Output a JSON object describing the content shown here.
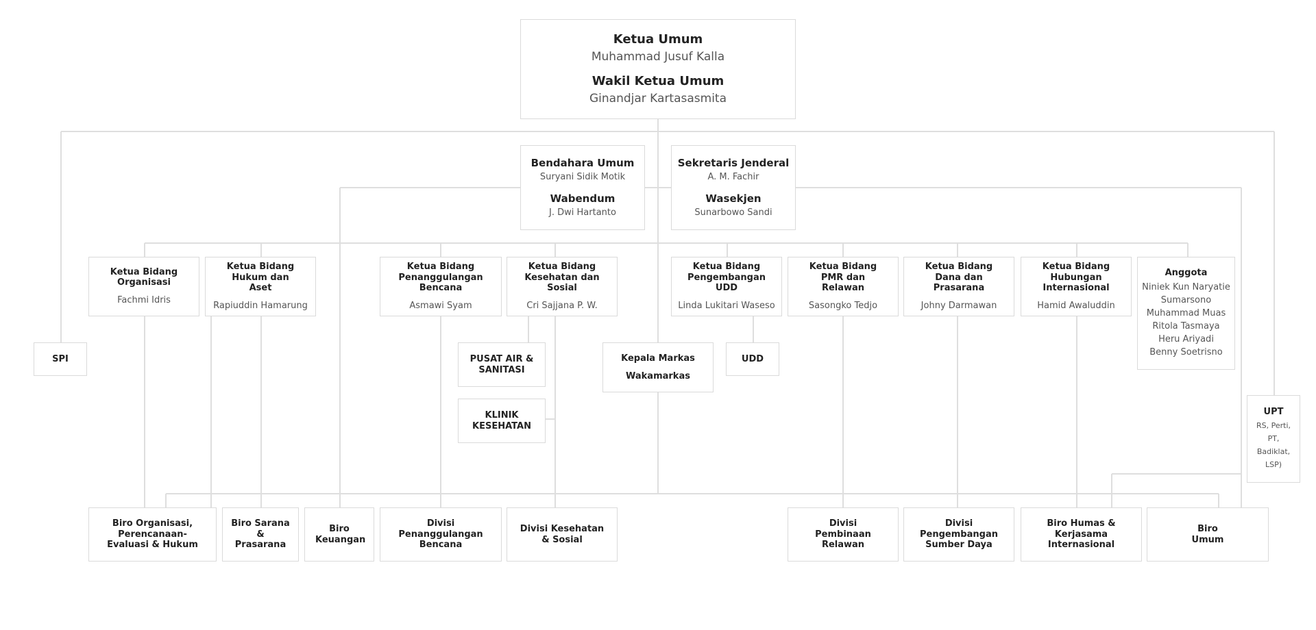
{
  "chart": {
    "ketua_umum": {
      "title": "Ketua Umum",
      "name": "Muhammad Jusuf Kalla"
    },
    "wakil_ketua_umum": {
      "title": "Wakil Ketua Umum",
      "name": "Ginandjar Kartasasmita"
    },
    "bendahara": {
      "title": "Bendahara Umum",
      "name": "Suryani Sidik Motik",
      "title2": "Wabendum",
      "name2": "J. Dwi Hartanto"
    },
    "sekjen": {
      "title": "Sekretaris Jenderal",
      "name": "A. M. Fachir",
      "title2": "Wasekjen",
      "name2": "Sunarbowo Sandi"
    },
    "kb_organisasi": {
      "title": "Ketua Bidang Organisasi",
      "name": "Fachmi Idris"
    },
    "kb_hukum": {
      "title": "Ketua Bidang Hukum dan Aset",
      "name": "Rapiuddin Hamarung"
    },
    "kb_bencana": {
      "title": "Ketua Bidang Penanggulangan Bencana",
      "name": "Asmawi Syam"
    },
    "kb_kesehatan": {
      "title": "Ketua Bidang Kesehatan dan Sosial",
      "name": "Cri Sajjana P. W."
    },
    "kb_udd": {
      "title": "Ketua Bidang Pengembangan UDD",
      "name": "Linda Lukitari Waseso"
    },
    "kb_pmr": {
      "title": "Ketua Bidang PMR dan Relawan",
      "name": "Sasongko Tedjo"
    },
    "kb_dana": {
      "title": "Ketua Bidang Dana dan Prasarana",
      "name": "Johny Darmawan"
    },
    "kb_hubint": {
      "title": "Ketua Bidang Hubungan Internasional",
      "name": "Hamid Awaluddin"
    },
    "anggota": {
      "title": "Anggota",
      "members": [
        "Niniek Kun Naryatie",
        "Sumarsono",
        "Muhammad Muas",
        "Ritola Tasmaya",
        "Heru Ariyadi",
        "Benny Soetrisno"
      ]
    },
    "spi": "SPI",
    "pusat_air": "PUSAT AIR & SANITASI",
    "klinik": "KLINIK KESEHATAN",
    "markas": {
      "title": "Kepala Markas",
      "title2": "Wakamarkas"
    },
    "udd": "UDD",
    "upt": {
      "title": "UPT",
      "details": [
        "RS, Perti,",
        "PT,",
        "Badiklat,",
        "LSP)"
      ]
    },
    "biro_organisasi": "Biro Organisasi, Perencanaan-Evaluasi & Hukum",
    "biro_sarana": "Biro Sarana & Prasarana",
    "biro_keuangan": "Biro Keuangan",
    "divisi_bencana": "Divisi Penanggulangan Bencana",
    "divisi_kesehatan": "Divisi Kesehatan & Sosial",
    "divisi_relawan": "Divisi Pembinaan Relawan",
    "divisi_sumberdaya": "Divisi Pengembangan Sumber Daya",
    "biro_humas": "Biro Humas & Kerjasama Internasional",
    "biro_umum": "Biro Umum"
  }
}
